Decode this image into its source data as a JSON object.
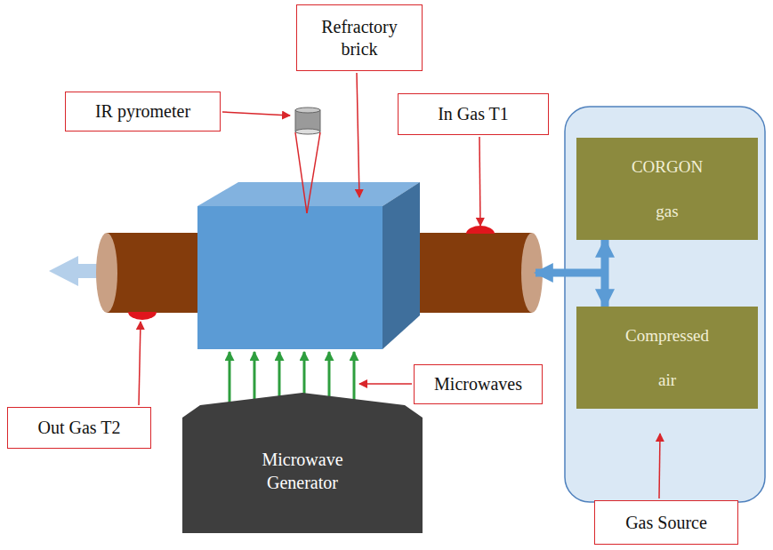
{
  "diagram": {
    "nodes": [
      {
        "text": [
          "Refractory brick"
        ]
      },
      {
        "text": [
          "IR pyrometer"
        ]
      },
      {
        "text": [
          "In Gas T1"
        ]
      },
      {
        "text": [
          "CORGON gas"
        ]
      },
      {
        "text": [
          "Compressed air"
        ]
      },
      {
        "text": [
          "Microwaves"
        ]
      },
      {
        "text": [
          "Out Gas T2"
        ]
      },
      {
        "text": [
          "Microwave Generator"
        ]
      },
      {
        "text": [
          "Gas Source"
        ]
      }
    ],
    "edges": [
      {
        "from": 3,
        "to": 4,
        "arrow": "both"
      }
    ]
  }
}
